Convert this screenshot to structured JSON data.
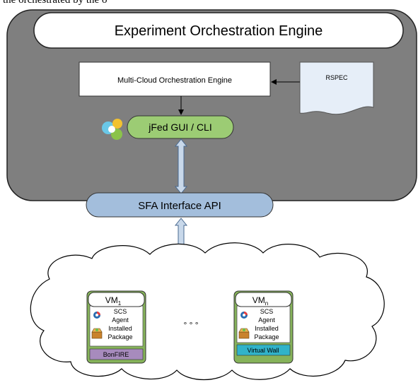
{
  "caption_fragment": "the orchestrated by the o",
  "engine": {
    "title": "Experiment Orchestration Engine"
  },
  "multicloud": {
    "label": "Multi-Cloud Orchestration Engine"
  },
  "rspec": {
    "label": "RSPEC"
  },
  "jfed": {
    "label": "jFed GUI / CLI",
    "icon": "jfed-logo-icon"
  },
  "sfa": {
    "label": "SFA Interface API"
  },
  "vm_left": {
    "name": "VM",
    "subscript": "1",
    "lines": [
      "SCS",
      "Agent",
      "Installed",
      "Package"
    ],
    "testbed": "BonFIRE",
    "testbed_color": "#a78bbd"
  },
  "vm_right": {
    "name": "VM",
    "subscript": "n",
    "lines": [
      "SCS",
      "Agent",
      "Installed",
      "Package"
    ],
    "testbed": "Virtual Wall",
    "testbed_color": "#31b3c9"
  },
  "ellipsis": "°  °  °",
  "colors": {
    "engine_bg": "#7f7f7f",
    "jfed_green": "#9ccc74",
    "sfa_blue": "#a3bedc",
    "vm_green": "#86b35a",
    "arrow_fill": "#c8d8ea"
  }
}
